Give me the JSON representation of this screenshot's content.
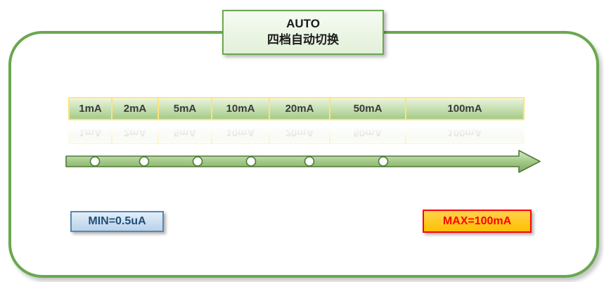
{
  "header": {
    "title": "AUTO",
    "subtitle": "四档自动切换"
  },
  "ranges": [
    {
      "label": "1mA"
    },
    {
      "label": "2mA"
    },
    {
      "label": "5mA"
    },
    {
      "label": "10mA"
    },
    {
      "label": "20mA"
    },
    {
      "label": "50mA"
    },
    {
      "label": "100mA"
    }
  ],
  "limits": {
    "min": "MIN=0.5uA",
    "max": "MAX=100mA"
  },
  "colors": {
    "frame_green": "#6aa84f",
    "segment_border_yellow": "#ffe27a",
    "segment_fill_green": "#b7d7a0",
    "arrow_outline_green": "#4f7a36",
    "min_text_blue": "#1f4e79",
    "min_fill_blue": "#c9ddf0",
    "max_text_red": "#ff0000",
    "max_fill_orange": "#ffc000"
  }
}
